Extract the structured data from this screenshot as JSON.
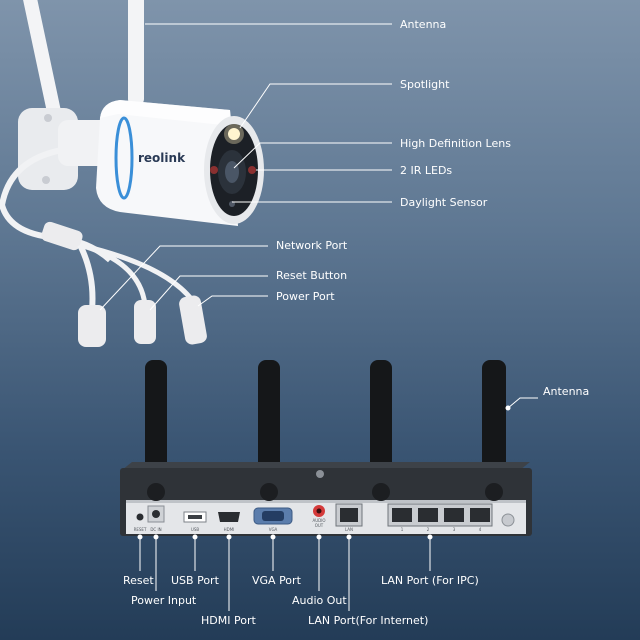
{
  "camera": {
    "brand": "reolink",
    "labels": {
      "antenna": "Antenna",
      "spotlight": "Spotlight",
      "lens": "High Definition Lens",
      "ir_leds": "2 IR LEDs",
      "daylight_sensor": "Daylight Sensor",
      "network_port": "Network Port",
      "reset_button": "Reset Button",
      "power_port": "Power Port"
    }
  },
  "nvr": {
    "labels": {
      "antenna": "Antenna",
      "reset": "Reset",
      "power_input": "Power Input",
      "usb_port": "USB Port",
      "hdmi_port": "HDMI Port",
      "vga_port": "VGA Port",
      "audio_out": "Audio Out",
      "lan_internet": "LAN Port(For Internet)",
      "lan_ipc": "LAN Port (For IPC)"
    },
    "panel_text": {
      "reset": "RESET",
      "dc_in": "DC IN",
      "usb": "USB",
      "hdmi": "HDMI",
      "vga": "VGA",
      "audio": "AUDIO",
      "audio_out": "OUT",
      "lan": "LAN",
      "port_numbers": [
        "1",
        "2",
        "3",
        "4"
      ]
    }
  },
  "colors": {
    "bg_top": "#7f94ab",
    "bg_bottom": "#233c57",
    "label": "#ffffff",
    "lens_ring": "#3a8fd8",
    "nvr_body": "#2f3338"
  }
}
